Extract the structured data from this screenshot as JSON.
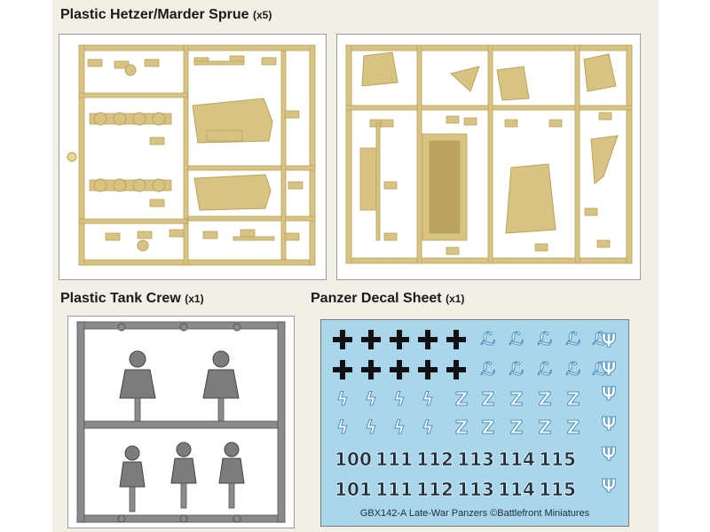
{
  "sections": {
    "hetzer": {
      "title": "Plastic Hetzer/Marder Sprue",
      "qty": "(x5)"
    },
    "crew": {
      "title": "Plastic Tank Crew",
      "qty": "(x1)"
    },
    "decal": {
      "title": "Panzer Decal Sheet",
      "qty": "(x1)"
    }
  },
  "decals": {
    "row_numbers_1": [
      "100",
      "111",
      "112",
      "113",
      "114",
      "115"
    ],
    "row_numbers_2": [
      "101",
      "111",
      "112",
      "113",
      "114",
      "115"
    ],
    "caption": "GBX142-A Late-War Panzers ©Battlefront Miniatures"
  },
  "colors": {
    "sprue_tan": "#d8c382",
    "sprue_tan_dark": "#b9a35e",
    "crew_grey": "#7c7c7c",
    "decal_bg": "#a9d6ea"
  }
}
